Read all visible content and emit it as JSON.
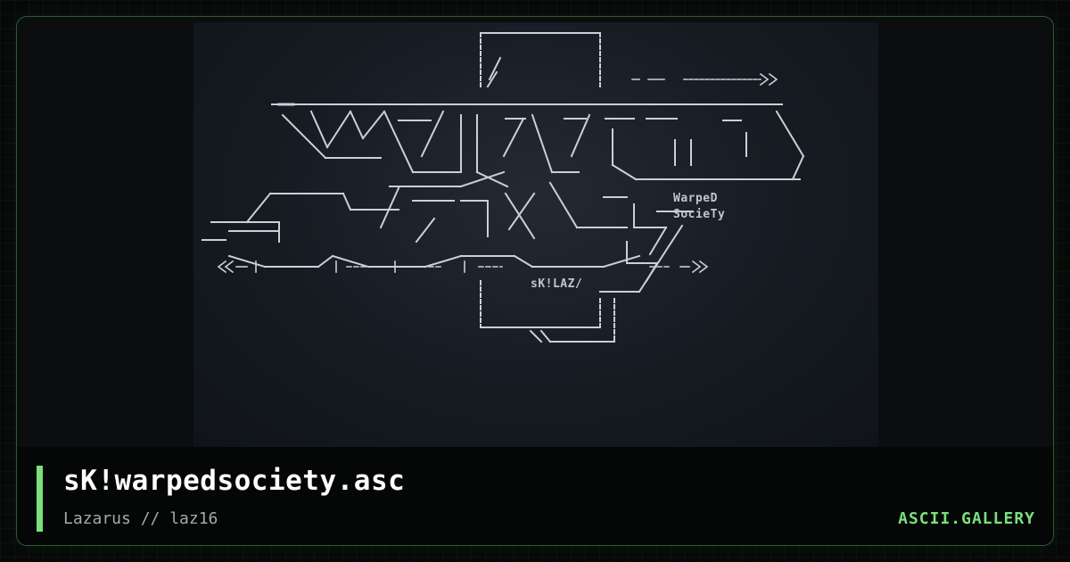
{
  "card": {
    "title": "sK!warpedsociety.asc",
    "author": "Lazarus // laz16",
    "brand": "ASCII.GALLERY"
  },
  "artwork": {
    "label_line_1": "WarpeD",
    "label_line_2": "SocieTy",
    "signature": "sK!LAZ/"
  },
  "colors": {
    "accent": "#7ae07c",
    "frame_border": "#2f5a33",
    "art_ink": "#c9d0d8"
  }
}
